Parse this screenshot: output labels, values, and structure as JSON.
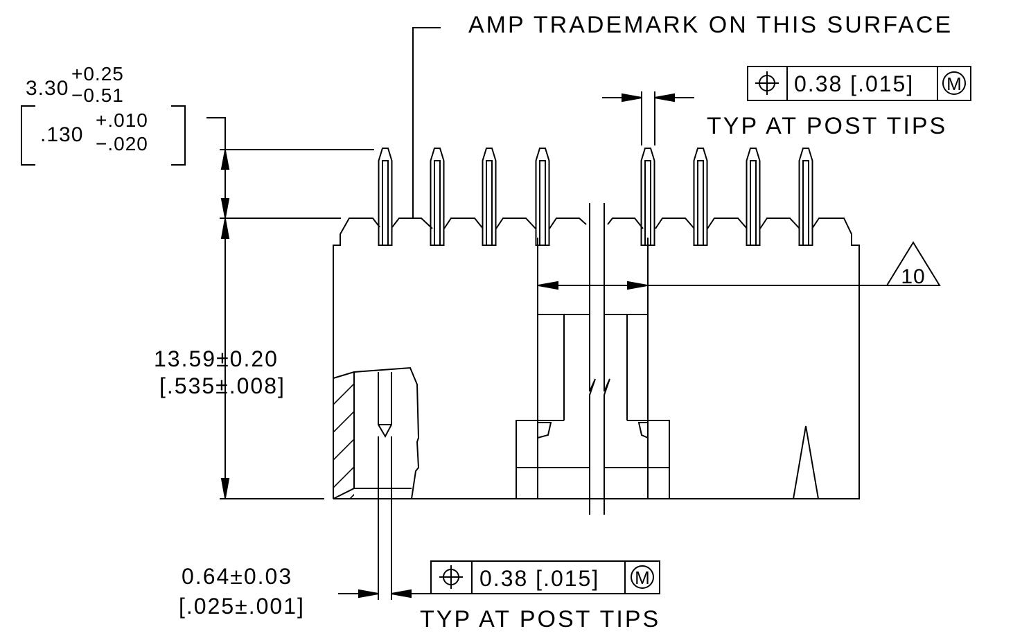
{
  "notes": {
    "trademark": "AMP TRADEMARK ON THIS SURFACE",
    "typ_top": "TYP AT POST TIPS",
    "typ_bottom": "TYP AT POST TIPS"
  },
  "dimensions": {
    "post_height": {
      "metric_nominal": "3.30",
      "metric_plus": "+0.25",
      "metric_minus": "−0.51",
      "imperial_nominal": ".130",
      "imperial_plus": "+.010",
      "imperial_minus": "−.020"
    },
    "housing_height": {
      "metric": "13.59±0.20",
      "imperial": "[.535±.008]"
    },
    "post_width": {
      "metric": "0.64±0.03",
      "imperial": "[.025±.001]"
    }
  },
  "tolerance_frames": {
    "top": {
      "symbol": "⌖",
      "value": "0.38 [.015]",
      "modifier": "M"
    },
    "bottom": {
      "symbol": "⌖",
      "value": "0.38 [.015]",
      "modifier": "M"
    }
  },
  "flag_note": {
    "number": "10"
  }
}
